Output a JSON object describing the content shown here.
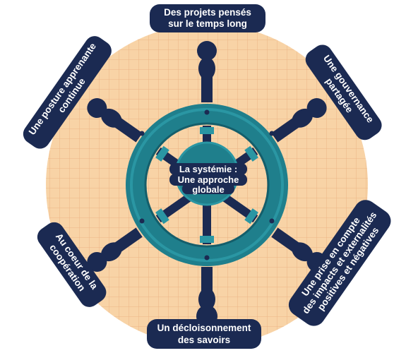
{
  "diagram": {
    "center": {
      "label_line1": "La systémie :",
      "label_line2": "Une approche",
      "label_line3": "globale"
    },
    "labels": {
      "top": {
        "line1": "Des projets pensés",
        "line2": "sur le temps long"
      },
      "top_right": {
        "line1": "Une gouvernance",
        "line2": "partagée"
      },
      "bottom_right": {
        "line1": "Une prise en compte",
        "line2": "des impacts et externalités",
        "line3": "positives et négatives"
      },
      "bottom": {
        "line1": "Un décloisonnement",
        "line2": "des savoirs"
      },
      "bottom_left": {
        "line1": "Au coeur de la",
        "line2": "coopération"
      },
      "top_left": {
        "line1": "Une posture apprenante",
        "line2": "continue"
      }
    },
    "colors": {
      "navy": "#1b2a52",
      "teal": "#1f7f8c",
      "teal_light": "#2a96a3",
      "teal_dark": "#145e6b",
      "peach": "#f8d2a3",
      "grid": "#eab486"
    }
  }
}
